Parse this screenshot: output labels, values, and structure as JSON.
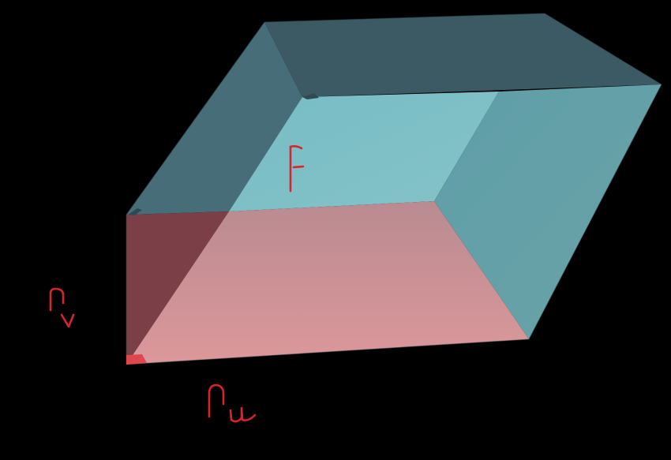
{
  "scene": {
    "background_color": "#000000",
    "solid": "parallelepiped",
    "annotation_color": "#d8242f",
    "faces": {
      "back_top": "#3b5a63",
      "back_left": "#476e78",
      "inner_ceiling": "#7bbec6",
      "right_side": "#67a4aa",
      "left_shadow": "#7b3f48",
      "floor": "#d29397"
    },
    "annotations": [
      {
        "name": "F-label",
        "shape": "handwritten-F"
      },
      {
        "name": "n-v-label",
        "shape": "handwritten-n-with-v"
      },
      {
        "name": "n-u-label",
        "shape": "handwritten-n-with-u"
      }
    ]
  }
}
